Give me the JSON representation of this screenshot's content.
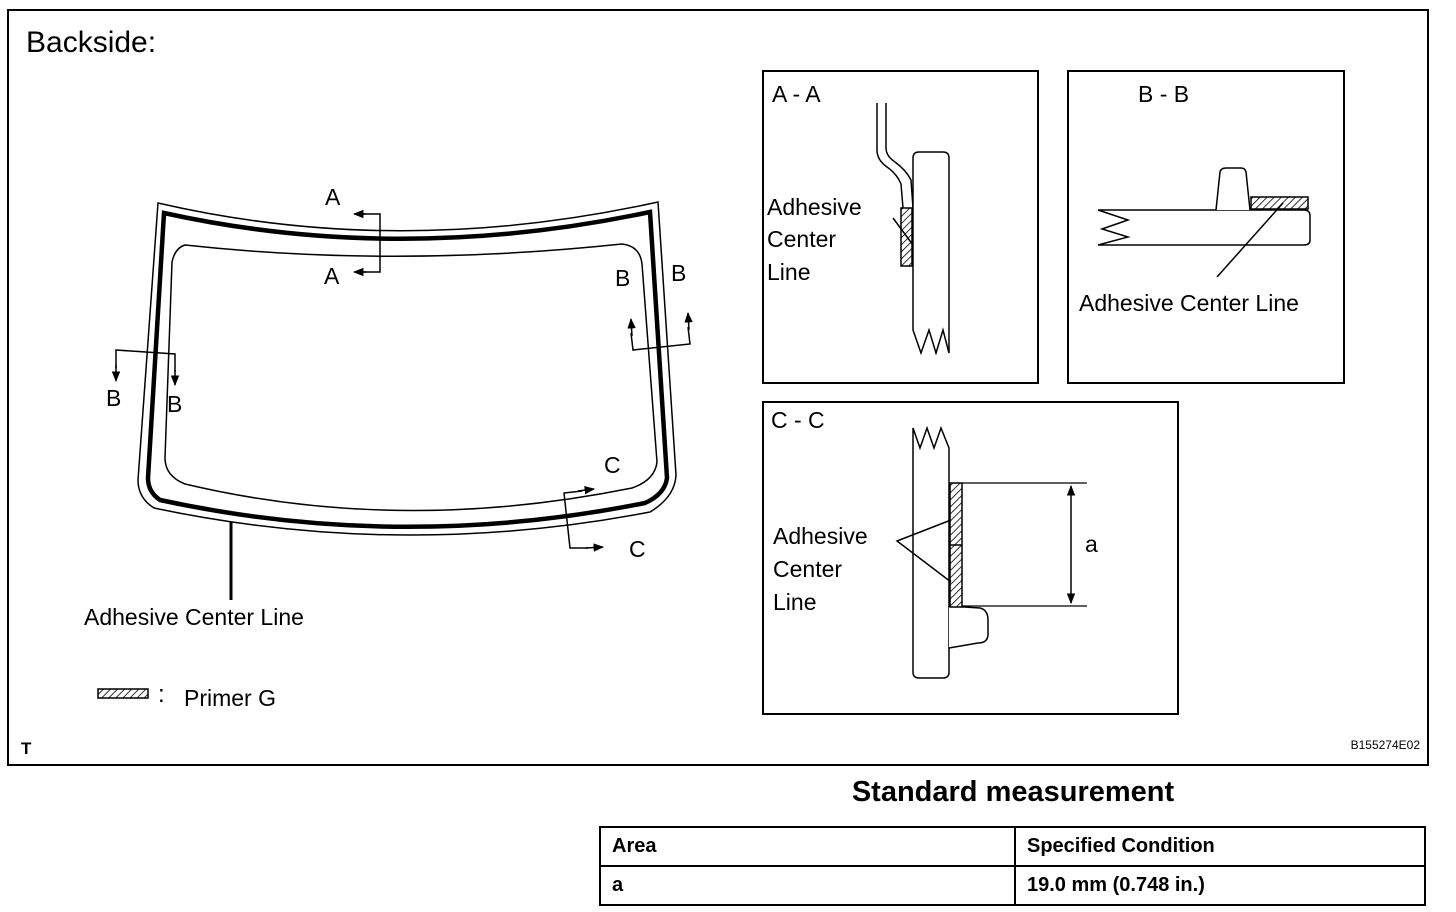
{
  "diagram": {
    "main_title": "Backside:",
    "section_labels": {
      "a_top": "A",
      "a_bottom": "A",
      "b_left_outer": "B",
      "b_left_inner": "B",
      "b_right_inner": "B",
      "b_right_outer": "B",
      "c_upper": "C",
      "c_lower": "C"
    },
    "adhesive_center_line_label": "Adhesive Center Line",
    "legend": {
      "separator": ":",
      "text": "Primer G"
    },
    "corner_mark": "T",
    "figure_code": "B155274E02",
    "panel_aa": {
      "title": "A - A",
      "label_lines": [
        "Adhesive",
        "Center",
        "Line"
      ]
    },
    "panel_bb": {
      "title": "B - B",
      "label": "Adhesive Center Line"
    },
    "panel_cc": {
      "title": "C - C",
      "label_lines": [
        "Adhesive",
        "Center",
        "Line"
      ],
      "dimension": "a"
    }
  },
  "standard_measurement": {
    "title": "Standard measurement",
    "headers": [
      "Area",
      "Specified Condition"
    ],
    "rows": [
      [
        "a",
        "19.0 mm (0.748 in.)"
      ]
    ]
  }
}
